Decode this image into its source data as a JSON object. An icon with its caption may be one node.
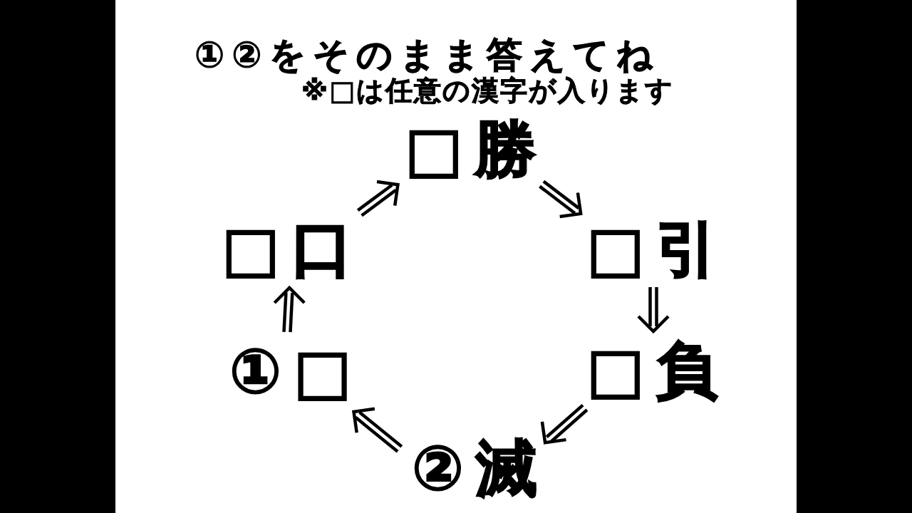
{
  "diagram": {
    "title": "①②をそのまま答えてね",
    "nodes": [
      {
        "text": [
          "□勝"
        ]
      },
      {
        "text": [
          "□引"
        ]
      },
      {
        "text": [
          "□負"
        ]
      },
      {
        "text": [
          "②滅"
        ]
      },
      {
        "text": [
          "①□"
        ]
      },
      {
        "text": [
          "□口"
        ]
      }
    ],
    "edges": [
      {
        "from": 0,
        "to": 1,
        "arrow": "to"
      },
      {
        "from": 1,
        "to": 2,
        "arrow": "to"
      },
      {
        "from": 2,
        "to": 3,
        "arrow": "to"
      },
      {
        "from": 3,
        "to": 4,
        "arrow": "to"
      },
      {
        "from": 4,
        "to": 5,
        "arrow": "to"
      },
      {
        "from": 5,
        "to": 0,
        "arrow": "to"
      }
    ],
    "labels": [
      "※□は任意の漢字が入ります"
    ]
  }
}
